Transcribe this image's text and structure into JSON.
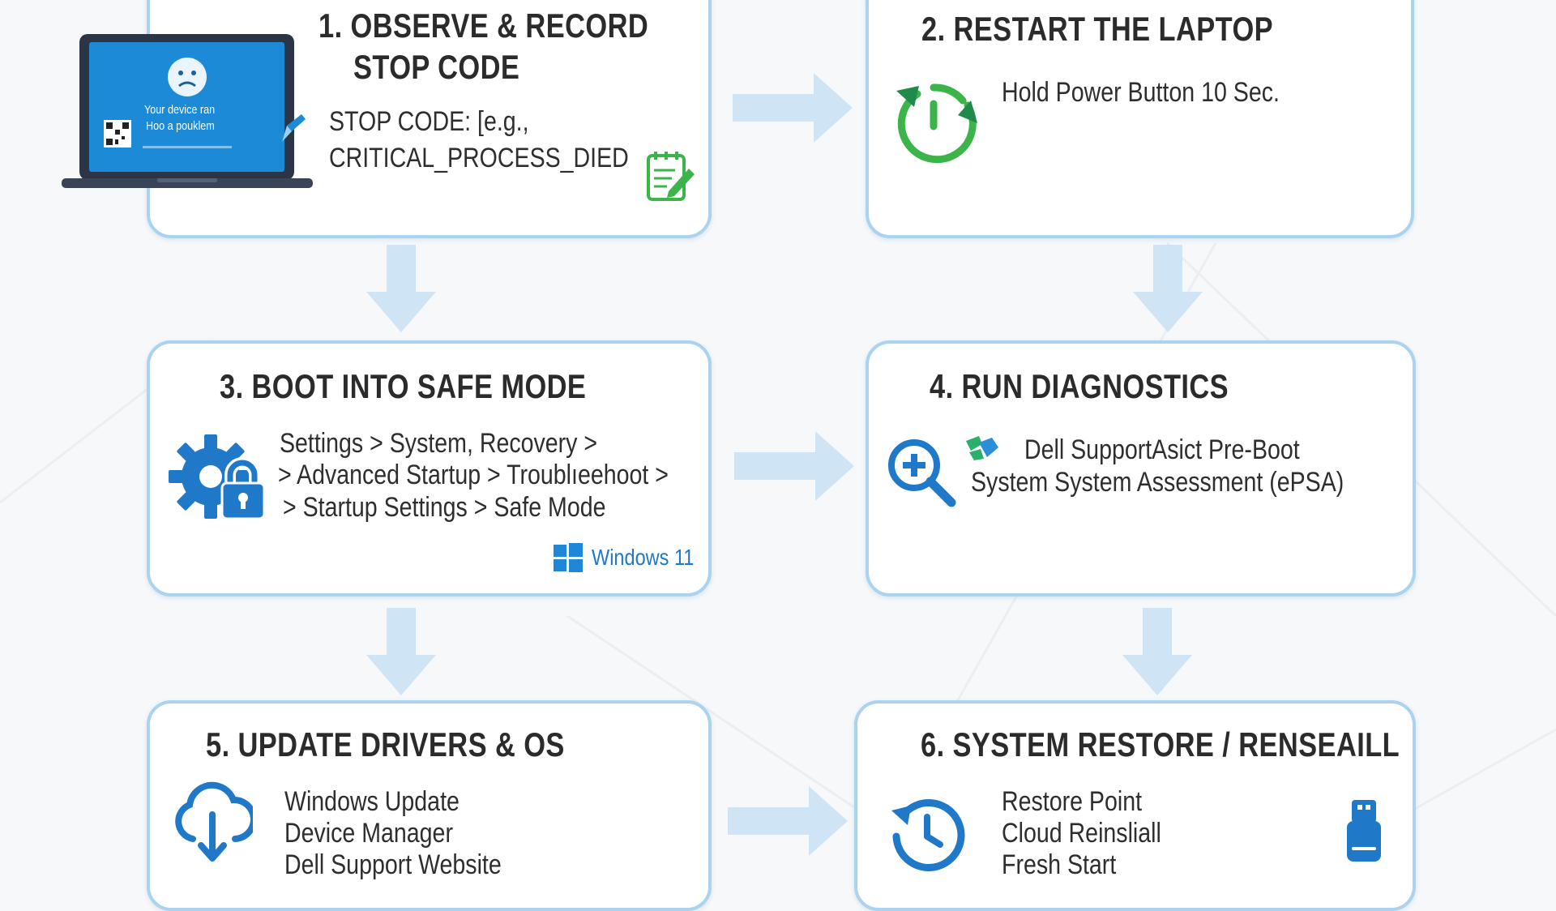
{
  "steps": [
    {
      "title_line1": "1. OBSERVE & RECORD",
      "title_line2": "STOP CODE",
      "text_line1": "STOP CODE: [e.g.,",
      "text_line2": "CRITICAL_PROCESS_DIED",
      "screen_text_line1": "Your device ran",
      "screen_text_line2": "Hoo a pouklem"
    },
    {
      "title": "2. RESTART THE LAPTOP",
      "text_line1": "Hold Power Button 10 Sec."
    },
    {
      "title": "3. BOOT INTO SAFE MODE",
      "text_line1": "Settings > System, Recovery >",
      "text_line2": "> Advanced Startup > Troublıeehoot >",
      "text_line3": "> Startup Settings > Safe Mode",
      "badge": "Windows 11"
    },
    {
      "title": "4. RUN DIAGNOSTICS",
      "text_line1": "Dell SupportAsict Pre-Boot",
      "text_line2": "System System Assessment (ePSA)"
    },
    {
      "title": "5. UPDATE DRIVERS & OS",
      "text_line1": "Windows Update",
      "text_line2": "Device Manager",
      "text_line3": "Dell Support Website"
    },
    {
      "title": "6. SYSTEM RESTORE / RENSEAILL",
      "text_line1": "Restore Point",
      "text_line2": "Cloud Reinsliall",
      "text_line3": "Fresh Start"
    }
  ],
  "colors": {
    "card_border": "#a9d3ef",
    "arrow": "#cfe5f5",
    "icon_blue": "#1f78c8",
    "icon_green": "#3cb44a",
    "screen_blue": "#1d8ad8"
  },
  "icons": [
    "laptop-bsod-icon",
    "notepad-icon",
    "power-restart-icon",
    "gear-lock-icon",
    "windows-logo-icon",
    "magnify-plus-icon",
    "dell-support-icon",
    "cloud-download-icon",
    "clock-restore-icon",
    "usb-drive-icon"
  ]
}
